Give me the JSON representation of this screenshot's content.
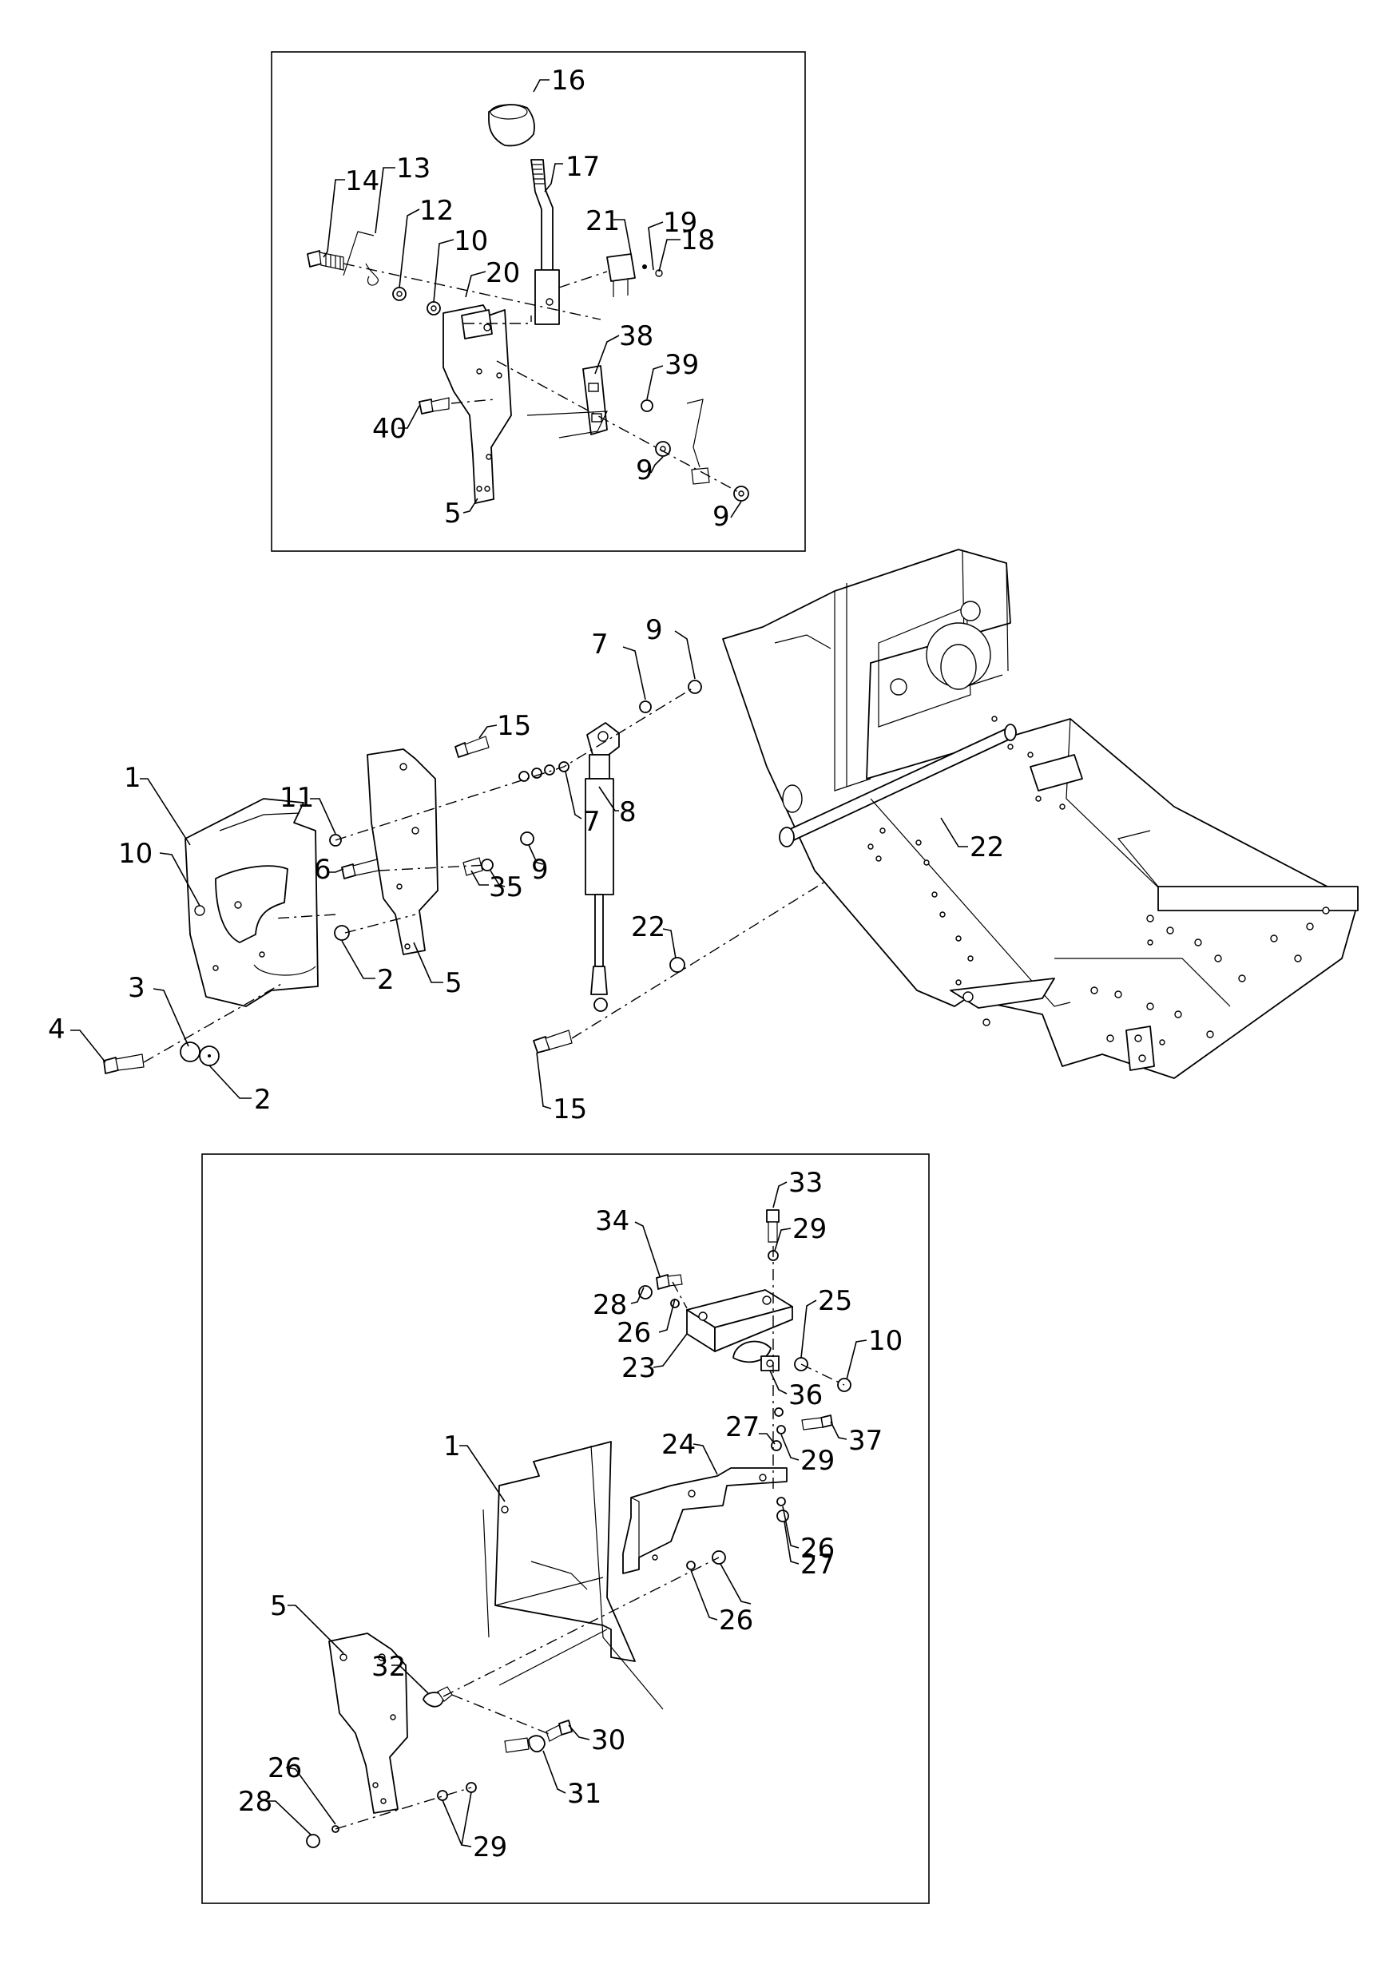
{
  "diagram": {
    "type": "exploded-parts-diagram",
    "panels": {
      "top": {
        "callouts": [
          "16",
          "17",
          "13",
          "14",
          "12",
          "10",
          "20",
          "21",
          "19",
          "18",
          "38",
          "39",
          "40",
          "9",
          "9",
          "5"
        ]
      },
      "middle": {
        "callouts": [
          "9",
          "7",
          "15",
          "1",
          "11",
          "10",
          "6",
          "35",
          "7",
          "9",
          "8",
          "22",
          "22",
          "3",
          "4",
          "2",
          "2",
          "5",
          "15"
        ]
      },
      "bottom": {
        "callouts": [
          "33",
          "29",
          "34",
          "28",
          "26",
          "25",
          "10",
          "23",
          "36",
          "37",
          "27",
          "29",
          "24",
          "26",
          "27",
          "1",
          "26",
          "5",
          "32",
          "30",
          "31",
          "26",
          "28",
          "29"
        ]
      }
    }
  }
}
